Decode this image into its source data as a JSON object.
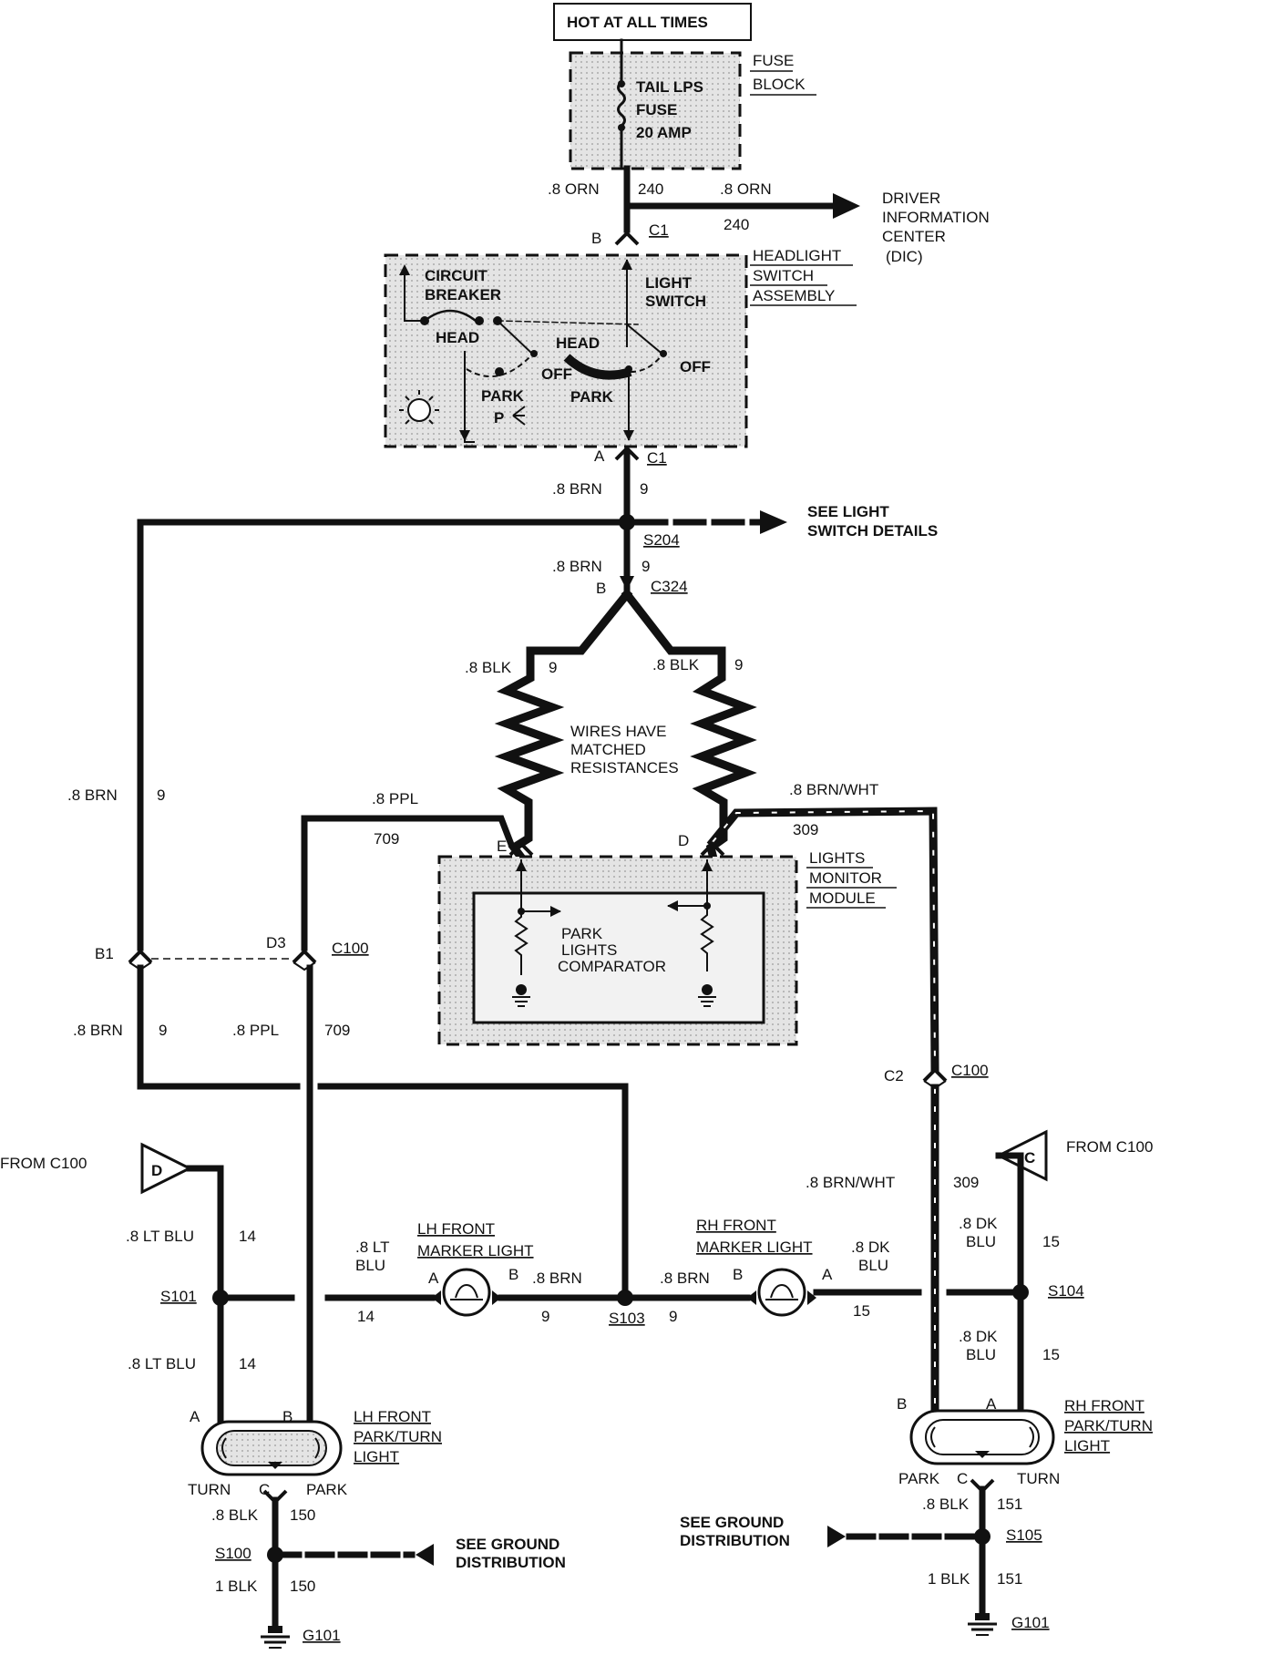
{
  "title_box": "HOT AT ALL TIMES",
  "fuse": {
    "block_label_1": "FUSE",
    "block_label_2": "BLOCK",
    "name_1": "TAIL LPS",
    "name_2": "FUSE",
    "rating": "20 AMP"
  },
  "wires": {
    "orn_left": ".8 ORN",
    "orn_left_num": "240",
    "orn_right": ".8 ORN",
    "orn_right_num": "240",
    "brn_top": ".8 BRN",
    "brn_top_num": "9",
    "brn_mid": ".8 BRN",
    "brn_mid_num": "9",
    "blk_left": ".8 BLK",
    "blk_left_num": "9",
    "blk_right": ".8 BLK",
    "blk_right_num": "9",
    "ppl_top": ".8 PPL",
    "ppl_top_num": "709",
    "brnwht_top": ".8 BRN/WHT",
    "brnwht_top_num": "309",
    "brn_left_up": ".8 BRN",
    "brn_left_up_num": "9",
    "brn_left_low": ".8 BRN",
    "brn_left_low_num": "9",
    "ppl_low": ".8 PPL",
    "ppl_low_num": "709",
    "brnwht_low": ".8 BRN/WHT",
    "brnwht_low_num": "309",
    "ltblu_up": ".8 LT BLU",
    "ltblu_up_num": "14",
    "ltblu_low": ".8 LT BLU",
    "ltblu_low_num": "14",
    "ltblu_mid_1": ".8 LT",
    "ltblu_mid_2": "BLU",
    "ltblu_mid_num": "14",
    "brn_lhm": ".8 BRN",
    "brn_lhm_num": "9",
    "brn_rhm": ".8 BRN",
    "brn_rhm_num": "9",
    "dkblu_mid_1": ".8 DK",
    "dkblu_mid_2": "BLU",
    "dkblu_mid_num": "15",
    "dkblu_up_1": ".8 DK",
    "dkblu_up_2": "BLU",
    "dkblu_up_num": "15",
    "dkblu_low_1": ".8 DK",
    "dkblu_low_2": "BLU",
    "dkblu_low_num": "15",
    "blk_lh_1": ".8 BLK",
    "blk_lh_1_num": "150",
    "blk_lh_2": "1 BLK",
    "blk_lh_2_num": "150",
    "blk_rh_1": ".8 BLK",
    "blk_rh_1_num": "151",
    "blk_rh_2": "1 BLK",
    "blk_rh_2_num": "151"
  },
  "connectors": {
    "c1_top_pin": "B",
    "c1_top": "C1",
    "c1_bot_pin": "A",
    "c1_bot": "C1",
    "c324_pin": "B",
    "c324": "C324",
    "lmm_pin_e": "E",
    "lmm_pin_d": "D",
    "c100_b1": "B1",
    "c100_d3": "D3",
    "c100_left": "C100",
    "c100_c2": "C2",
    "c100_right": "C100",
    "lhm_a": "A",
    "lhm_b": "B",
    "rhm_b": "B",
    "rhm_a": "A",
    "lhp_a": "A",
    "lhp_b": "B",
    "lhp_c": "C",
    "rhp_b": "B",
    "rhp_a": "A",
    "rhp_c": "C"
  },
  "splices": {
    "s204": "S204",
    "s101": "S101",
    "s103": "S103",
    "s104": "S104",
    "s100": "S100",
    "s105": "S105"
  },
  "grounds": {
    "left": "G101",
    "right": "G101"
  },
  "dic": {
    "line1": "DRIVER",
    "line2": "INFORMATION",
    "line3": "CENTER",
    "line4": "(DIC)"
  },
  "headlight_switch": {
    "title_1": "HEADLIGHT",
    "title_2": "SWITCH",
    "title_3": "ASSEMBLY",
    "cb_1": "CIRCUIT",
    "cb_2": "BREAKER",
    "ls_1": "LIGHT",
    "ls_2": "SWITCH",
    "head_left": "HEAD",
    "head_right": "HEAD",
    "off_left": "OFF",
    "off_right": "OFF",
    "park_left": "PARK",
    "park_right": "PARK",
    "p_mark": "P"
  },
  "see_light_1": "SEE LIGHT",
  "see_light_2": "SWITCH DETAILS",
  "resistance_1": "WIRES HAVE",
  "resistance_2": "MATCHED",
  "resistance_3": "RESISTANCES",
  "lmm": {
    "title_1": "LIGHTS",
    "title_2": "MONITOR",
    "title_3": "MODULE",
    "comp_1": "PARK",
    "comp_2": "LIGHTS",
    "comp_3": "COMPARATOR"
  },
  "from_left": "FROM C100",
  "from_left_tag": "D",
  "from_right": "FROM C100",
  "from_right_tag": "C",
  "lh_marker_1": "LH FRONT",
  "lh_marker_2": "MARKER LIGHT",
  "rh_marker_1": "RH FRONT",
  "rh_marker_2": "MARKER LIGHT",
  "lh_park_1": "LH FRONT",
  "lh_park_2": "PARK/TURN",
  "lh_park_3": "LIGHT",
  "rh_park_1": "RH FRONT",
  "rh_park_2": "PARK/TURN",
  "rh_park_3": "LIGHT",
  "lh_turn": "TURN",
  "lh_park": "PARK",
  "rh_park": "PARK",
  "rh_turn": "TURN",
  "see_ground_left_1": "SEE GROUND",
  "see_ground_left_2": "DISTRIBUTION",
  "see_ground_right_1": "SEE GROUND",
  "see_ground_right_2": "DISTRIBUTION"
}
